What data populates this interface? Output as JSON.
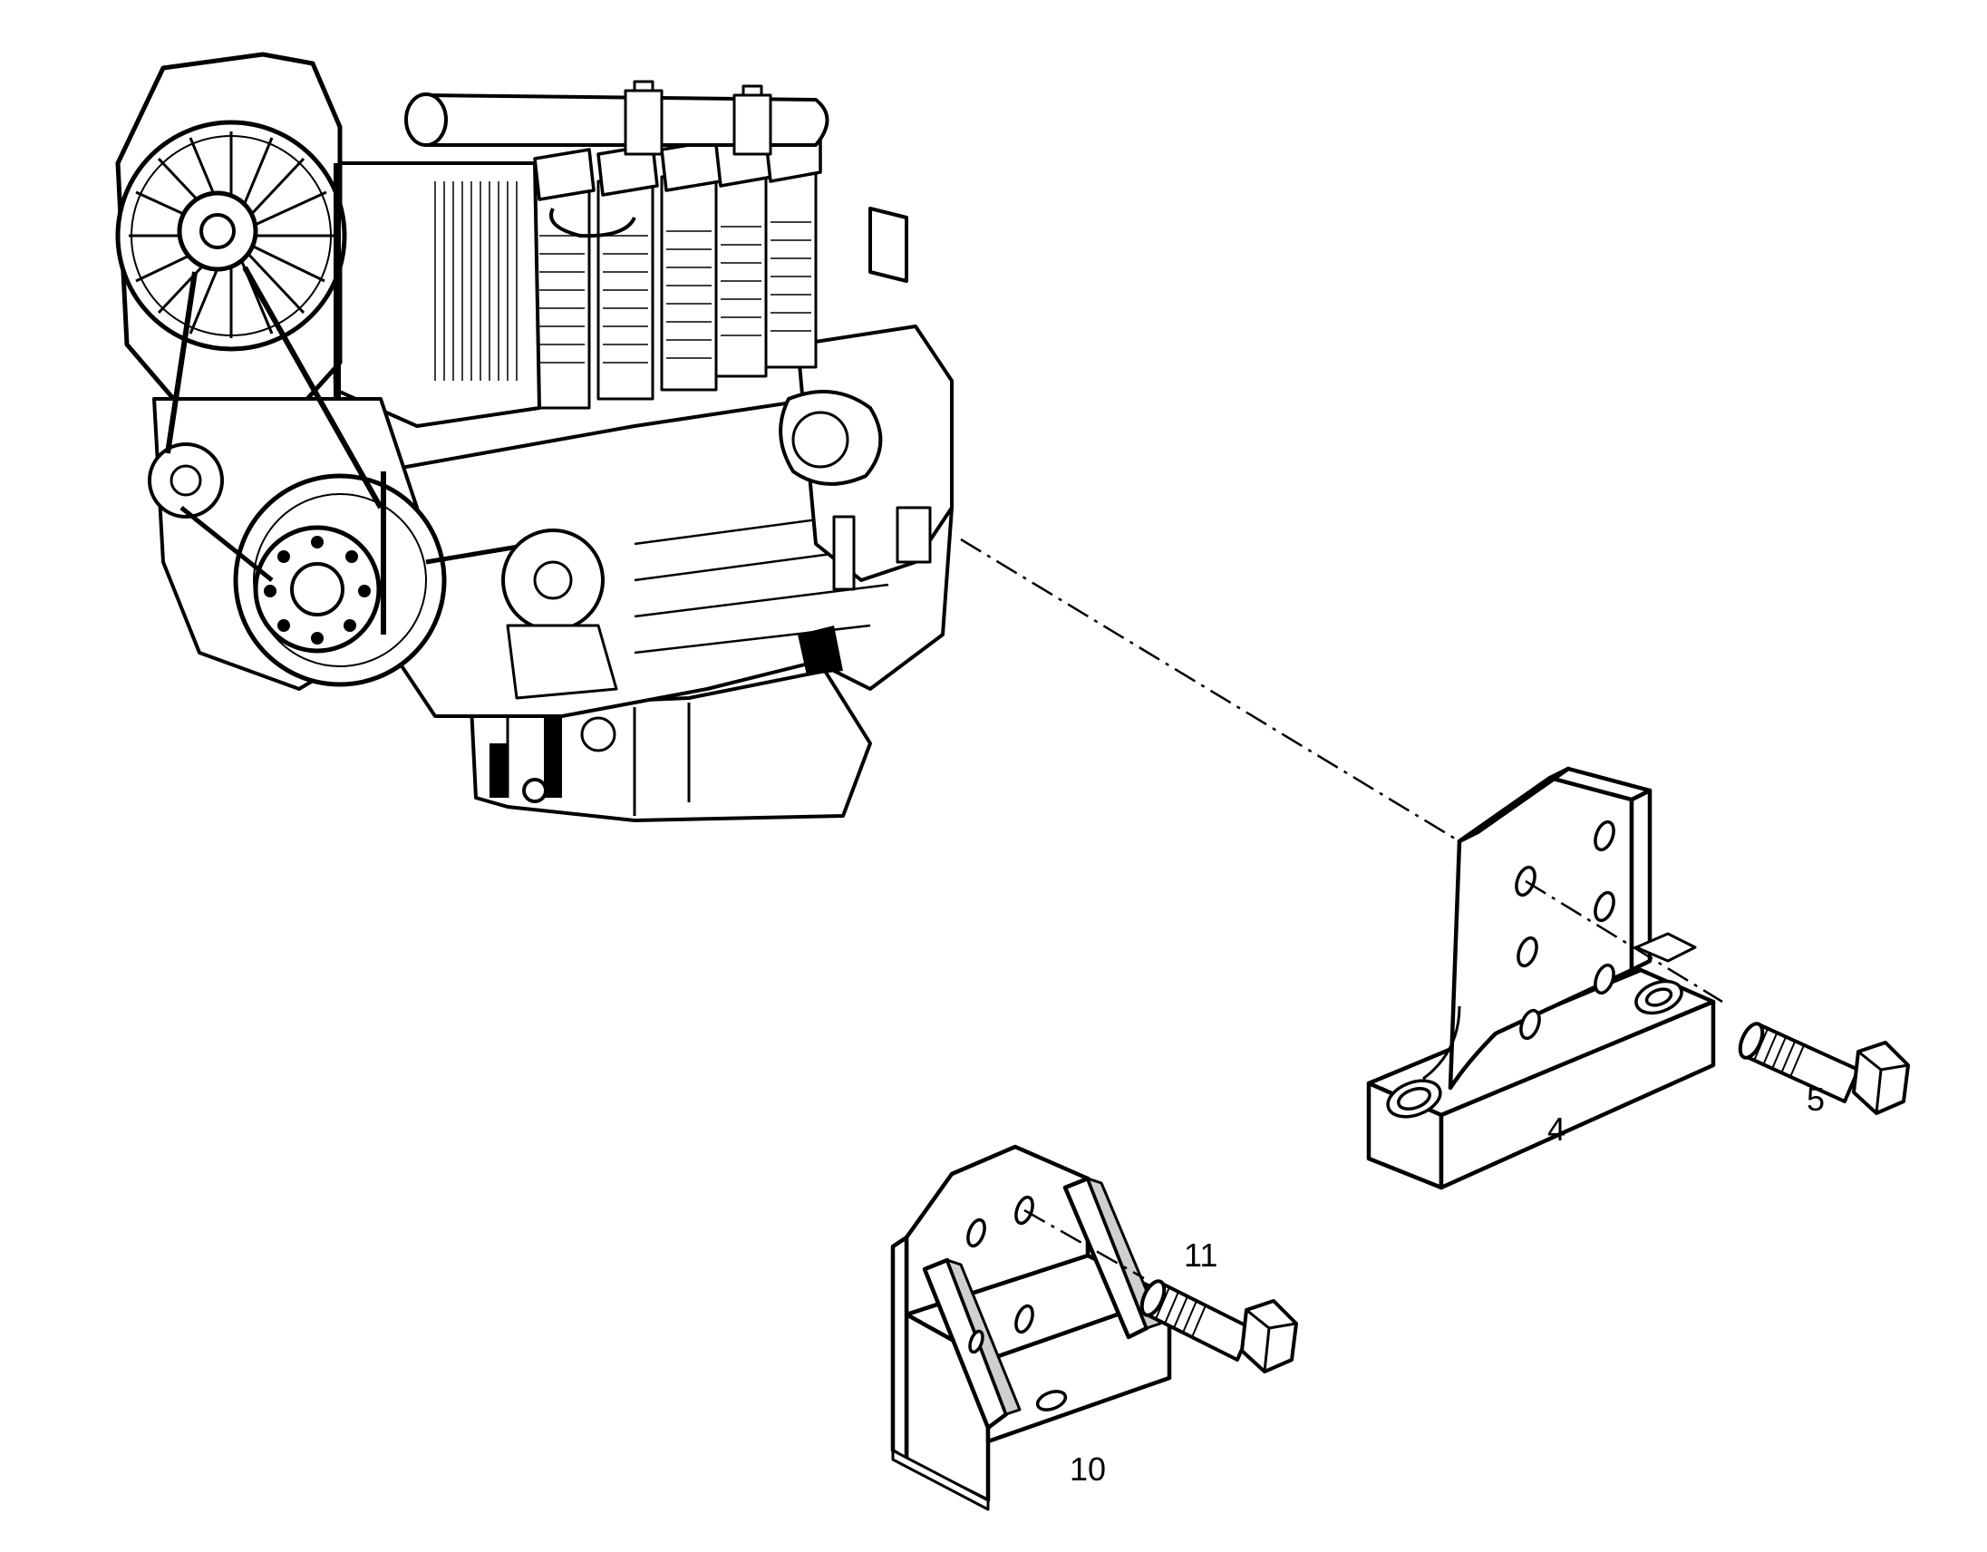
{
  "callouts": {
    "bracket_large": "4",
    "bolt_large": "5",
    "bracket_small": "10",
    "bolt_small": "11"
  },
  "colors": {
    "ink": "#000000",
    "paper": "#ffffff",
    "shade": "#cfcfcf"
  }
}
